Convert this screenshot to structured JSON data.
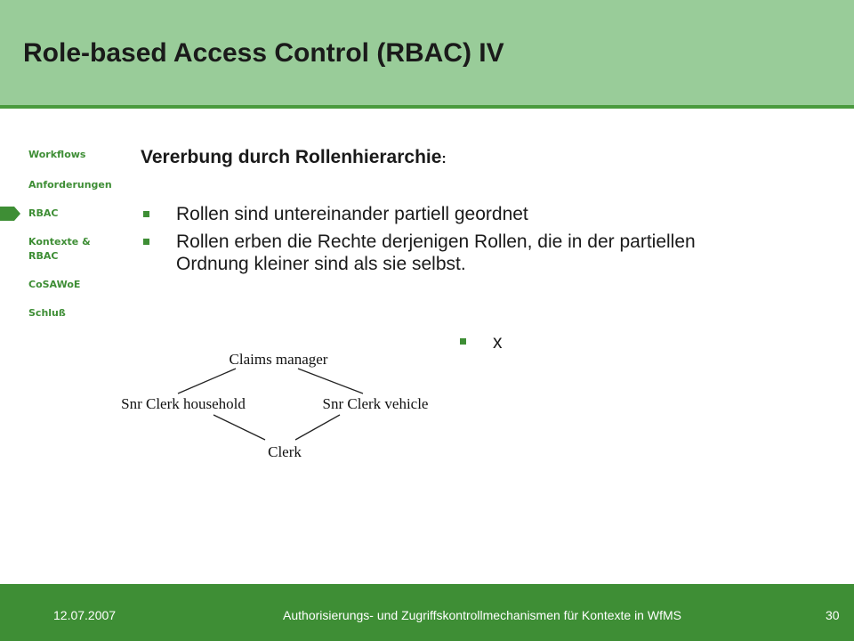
{
  "title": "Role-based Access Control (RBAC) IV",
  "nav": {
    "items": [
      "Workflows",
      "Anforderungen",
      "RBAC",
      "Kontexte &",
      "RBAC",
      "CoSAWoE",
      "Schluß"
    ]
  },
  "content": {
    "heading": "Vererbung durch Rollenhierarchie",
    "heading_suffix": ":",
    "bullets": [
      "Rollen sind untereinander partiell geordnet",
      "Rollen erben die Rechte derjenigen Rollen, die in der partiellen Ordnung kleiner sind als sie selbst."
    ],
    "extra_bullet": "x"
  },
  "diagram": {
    "top": "Claims manager",
    "left": "Snr Clerk household",
    "right": "Snr Clerk vehicle",
    "bottom": "Clerk"
  },
  "footer": {
    "date": "12.07.2007",
    "center": "Authorisierungs- und Zugriffskontrollmechanismen für Kontexte in WfMS",
    "page": "30"
  },
  "colors": {
    "header": "#99cc99",
    "accent": "#3e8e35",
    "footer": "#3e8e35"
  }
}
